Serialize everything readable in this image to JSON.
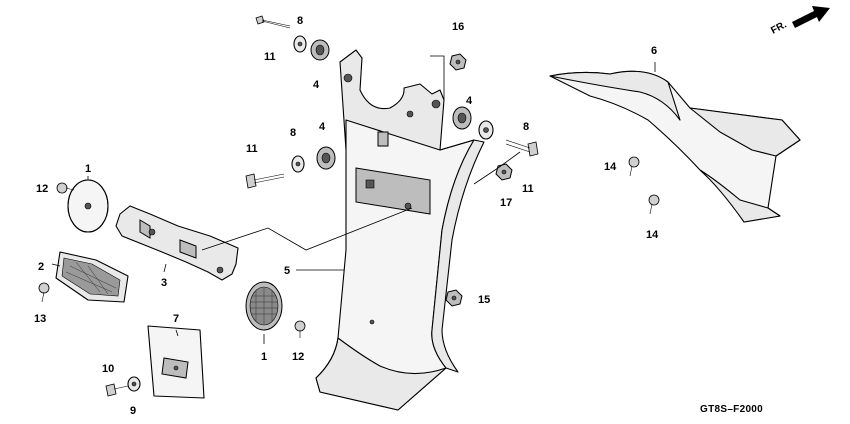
{
  "direction_arrow": {
    "label": "FR."
  },
  "diagram_code": "GT8S–F2000",
  "callouts": {
    "c1a": "1",
    "c1b": "1",
    "c2": "2",
    "c3": "3",
    "c4a": "4",
    "c4b": "4",
    "c4c": "4",
    "c5": "5",
    "c6": "6",
    "c7": "7",
    "c8a": "8",
    "c8b": "8",
    "c8c": "8",
    "c9": "9",
    "c10": "10",
    "c11a": "11",
    "c11b": "11",
    "c11c": "11",
    "c12a": "12",
    "c12b": "12",
    "c13": "13",
    "c14a": "14",
    "c14b": "14",
    "c15": "15",
    "c16": "16",
    "c17": "17"
  }
}
